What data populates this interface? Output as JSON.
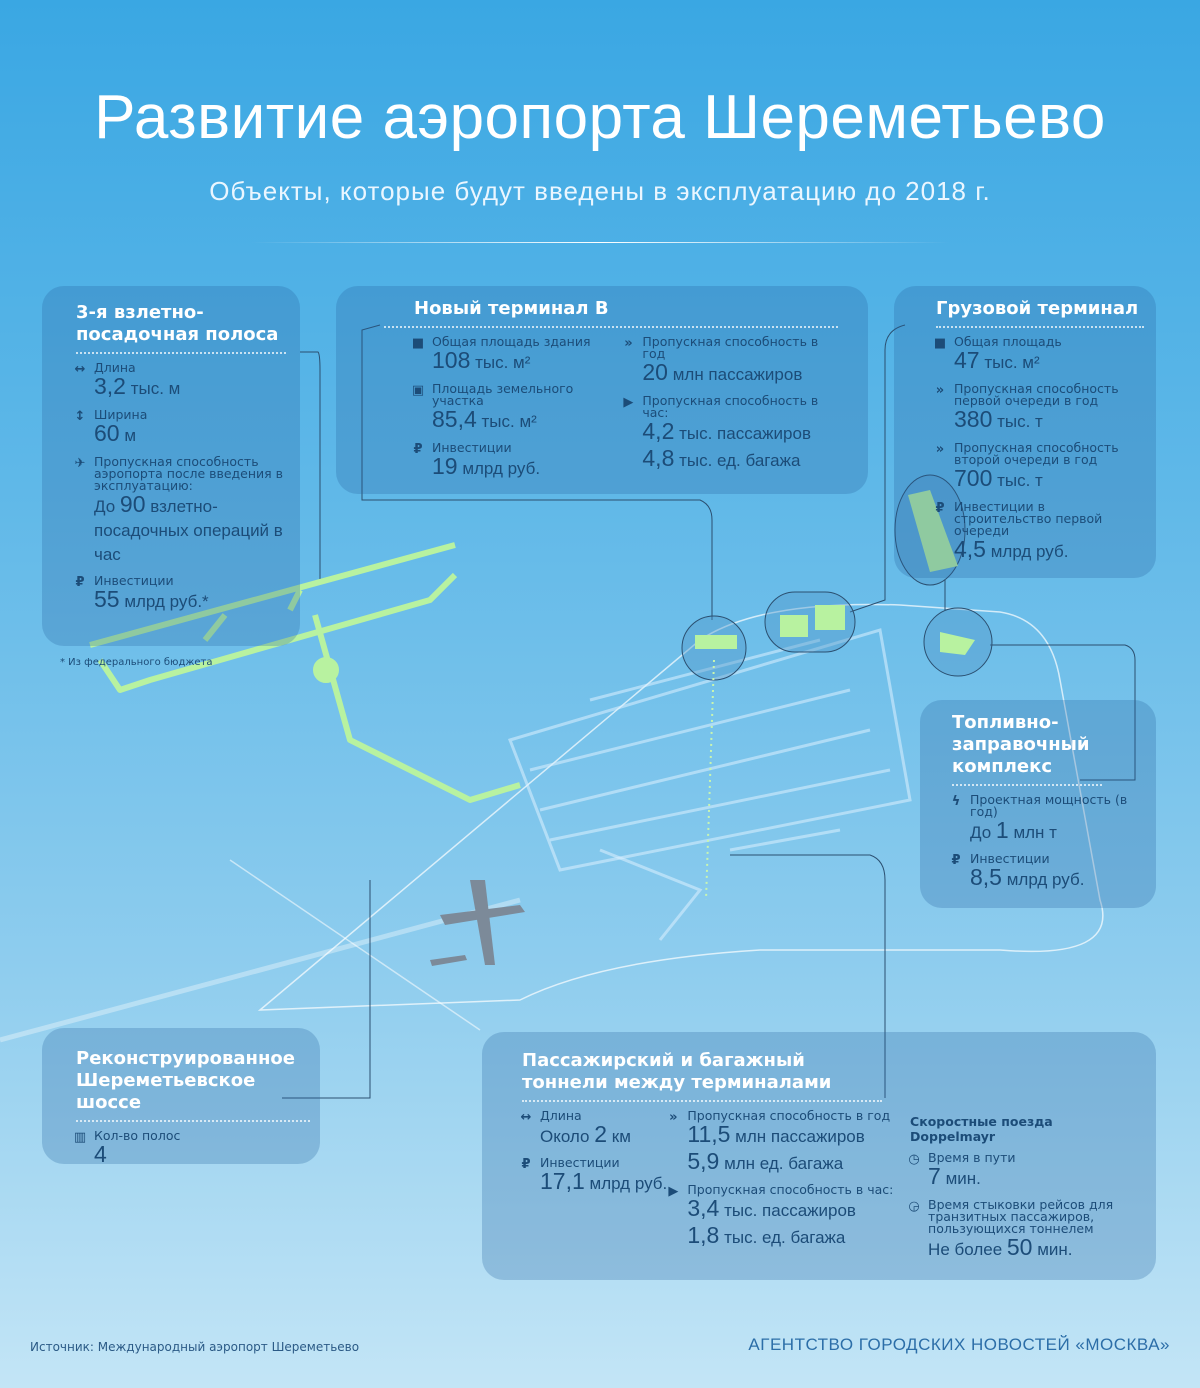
{
  "header": {
    "title": "Развитие аэропорта Шереметьево",
    "subtitle": "Объекты, которые будут введены в эксплуатацию до 2018 г."
  },
  "colors": {
    "accent": "#b8f2a0",
    "text": "#1c4c78",
    "background_top": "#3aa7e3"
  },
  "panels": {
    "runway": {
      "title": "3-я взлетно-посадочная полоса",
      "items": [
        {
          "icon": "arrows-horizontal-icon",
          "label": "Длина",
          "pre": "",
          "num": "3,2",
          "post": "тыс. м"
        },
        {
          "icon": "arrows-vertical-icon",
          "label": "Ширина",
          "pre": "",
          "num": "60",
          "post": "м"
        },
        {
          "icon": "plane-icon",
          "label": "Пропускная способность аэропорта после введения в эксплуатацию:",
          "pre": "До",
          "num": "90",
          "post": "взлетно-посадочных операций в час"
        },
        {
          "icon": "ruble-icon",
          "label": "Инвестиции",
          "pre": "",
          "num": "55",
          "post": "млрд руб.*"
        }
      ],
      "note": "* Из федерального бюджета"
    },
    "terminal_b": {
      "title": "Новый терминал B",
      "items": [
        {
          "icon": "square-icon",
          "label": "Общая площадь здания",
          "pre": "",
          "num": "108",
          "post": "тыс. м²"
        },
        {
          "icon": "framed-square-icon",
          "label": "Площадь земельного участка",
          "pre": "",
          "num": "85,4",
          "post": "тыс. м²"
        },
        {
          "icon": "ruble-icon",
          "label": "Инвестиции",
          "pre": "",
          "num": "19",
          "post": "млрд руб."
        },
        {
          "icon": "triple-chevron-icon",
          "label": "Пропускная способность в год",
          "pre": "",
          "num": "20",
          "post": "млн пассажиров"
        },
        {
          "icon": "play-icon",
          "label": "Пропускная способность в час:",
          "pre": "",
          "num": "4,2",
          "post": "тыс. пассажиров",
          "num2": "4,8",
          "post2": "тыс. ед. багажа"
        }
      ]
    },
    "cargo": {
      "title": "Грузовой терминал",
      "items": [
        {
          "icon": "square-icon",
          "label": "Общая площадь",
          "pre": "",
          "num": "47",
          "post": "тыс. м²"
        },
        {
          "icon": "triple-chevron-icon",
          "label": "Пропускная способность первой очереди в год",
          "pre": "",
          "num": "380",
          "post": "тыс. т"
        },
        {
          "icon": "triple-chevron-icon",
          "label": "Пропускная способность второй очереди в год",
          "pre": "",
          "num": "700",
          "post": "тыс. т"
        },
        {
          "icon": "ruble-icon",
          "label": "Инвестиции в строительство первой очереди",
          "pre": "",
          "num": "4,5",
          "post": "млрд руб."
        }
      ]
    },
    "fuel": {
      "title": "Топливно-заправочный комплекс",
      "items": [
        {
          "icon": "lightning-icon",
          "label": "Проектная мощность (в год)",
          "pre": "До",
          "num": "1",
          "post": "млн т"
        },
        {
          "icon": "ruble-icon",
          "label": "Инвестиции",
          "pre": "",
          "num": "8,5",
          "post": "млрд руб."
        }
      ]
    },
    "highway": {
      "title": "Реконструированное Шереметьевское шоссе",
      "items": [
        {
          "icon": "lanes-icon",
          "label": "Кол-во полос",
          "pre": "",
          "num": "4",
          "post": ""
        }
      ]
    },
    "tunnel": {
      "title": "Пассажирский и багажный тоннели между терминалами",
      "items": [
        {
          "icon": "arrows-horizontal-icon",
          "label": "Длина",
          "pre": "Около",
          "num": "2",
          "post": "км"
        },
        {
          "icon": "ruble-icon",
          "label": "Инвестиции",
          "pre": "",
          "num": "17,1",
          "post": "млрд руб."
        },
        {
          "icon": "triple-chevron-icon",
          "label": "Пропускная способность в год",
          "pre": "",
          "num": "11,5",
          "post": "млн пассажиров",
          "num2": "5,9",
          "post2": "млн ед. багажа"
        },
        {
          "icon": "play-icon",
          "label": "Пропускная способность в час:",
          "pre": "",
          "num": "3,4",
          "post": "тыс. пассажиров",
          "num2": "1,8",
          "post2": "тыс. ед. багажа"
        }
      ],
      "trains": {
        "title": "Скоростные поезда Doppelmayr",
        "items": [
          {
            "icon": "clock-icon",
            "label": "Время в пути",
            "pre": "",
            "num": "7",
            "post": "мин."
          },
          {
            "icon": "clock-arrow-icon",
            "label": "Время стыковки рейсов для транзитных пассажиров, пользующихся тоннелем",
            "pre": "Не более",
            "num": "50",
            "post": "мин."
          }
        ]
      }
    }
  },
  "footer": {
    "source": "Источник: Международный аэропорт Шереметьево",
    "agency": "АГЕНТСТВО ГОРОДСКИХ НОВОСТЕЙ «МОСКВА»"
  }
}
